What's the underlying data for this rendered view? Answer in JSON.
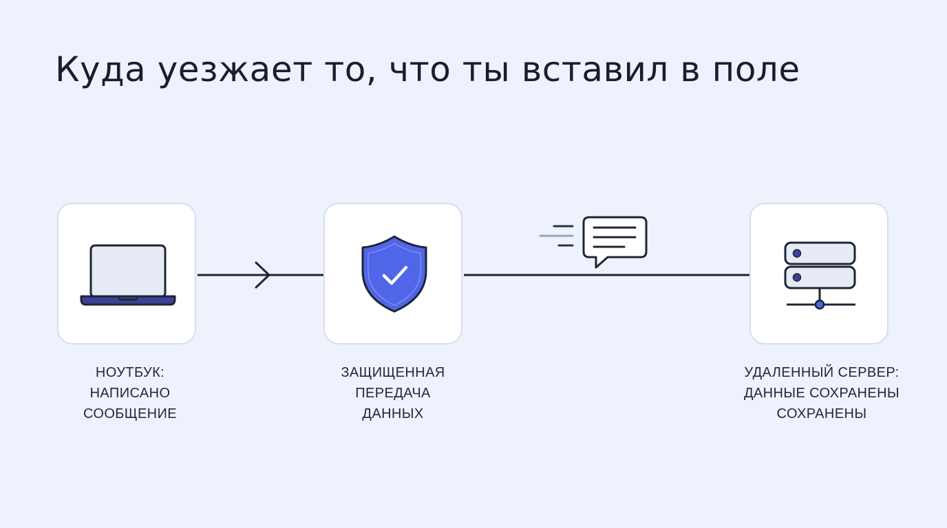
{
  "title": "Куда уезжает то, что ты вставил в поле",
  "nodes": [
    {
      "id": "laptop",
      "icon": "laptop-icon",
      "label_lines": [
        "НОУТБУК:",
        "НАПИСАНО",
        "СООБЩЕНИЕ"
      ]
    },
    {
      "id": "secure",
      "icon": "shield-check-icon",
      "label_lines": [
        "ЗАЩИЩЕННАЯ",
        "ПЕРЕДАЧА",
        "ДАННЫХ"
      ]
    },
    {
      "id": "server",
      "icon": "server-icon",
      "label_lines": [
        "УДАЛЕННЫЙ СЕРВЕР:",
        "ДАННЫЕ СОХРАНЕНЫ",
        "СОХРАНЕНЫ"
      ]
    }
  ],
  "connectors": {
    "arrow_icon": "chevron-right-icon",
    "message_icon": "message-bubble-icon"
  },
  "colors": {
    "background": "#eef2fc",
    "card_border": "#d7def0",
    "line": "#1f2433",
    "accent_blue": "#4f66e8",
    "laptop_base": "#3a4296",
    "screen_fill": "#e6eaf5"
  }
}
